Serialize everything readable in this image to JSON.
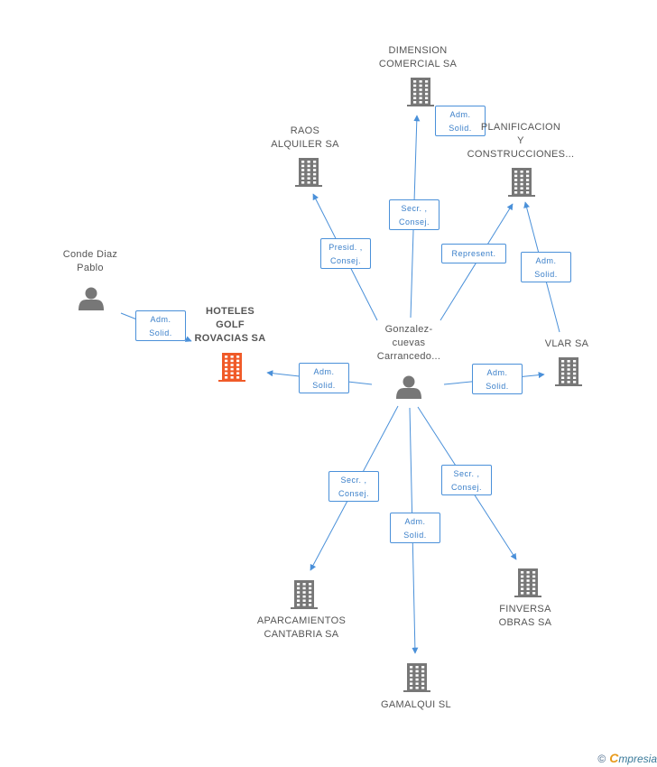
{
  "colors": {
    "edge": "#4a90d9",
    "node": "#777777",
    "main_node": "#f05a28",
    "label": "#555555"
  },
  "nodes": [
    {
      "id": "hoteles",
      "kind": "company",
      "main": true,
      "lines": [
        "HOTELES",
        "GOLF",
        "ROVACIAS SA"
      ]
    },
    {
      "id": "conde",
      "kind": "person",
      "lines": [
        "Conde Diaz",
        "Pablo"
      ]
    },
    {
      "id": "gonzalez",
      "kind": "person",
      "lines": [
        "Gonzalez-",
        "cuevas",
        "Carrancedo..."
      ]
    },
    {
      "id": "raos",
      "kind": "company",
      "lines": [
        "RAOS",
        "ALQUILER SA"
      ]
    },
    {
      "id": "dimension",
      "kind": "company",
      "lines": [
        "DIMENSION",
        "COMERCIAL SA"
      ]
    },
    {
      "id": "planificacion",
      "kind": "company",
      "lines": [
        "PLANIFICACION",
        "Y",
        "CONSTRUCCIONES..."
      ]
    },
    {
      "id": "vlar",
      "kind": "company",
      "lines": [
        "VLAR SA"
      ]
    },
    {
      "id": "aparcamientos",
      "kind": "company",
      "lines": [
        "APARCAMIENTOS",
        "CANTABRIA SA"
      ]
    },
    {
      "id": "gamalqui",
      "kind": "company",
      "lines": [
        "GAMALQUI SL"
      ]
    },
    {
      "id": "finversa",
      "kind": "company",
      "lines": [
        "FINVERSA",
        "OBRAS SA"
      ]
    }
  ],
  "edges": [
    {
      "from": "conde",
      "to": "hoteles",
      "lines": [
        "Adm.",
        "Solid."
      ]
    },
    {
      "from": "gonzalez",
      "to": "hoteles",
      "lines": [
        "Adm.",
        "Solid."
      ]
    },
    {
      "from": "gonzalez",
      "to": "raos",
      "lines": [
        "Presid. ,",
        "Consej."
      ]
    },
    {
      "from": "gonzalez",
      "to": "dimension",
      "lines": [
        "Secr. ,",
        "Consej."
      ]
    },
    {
      "from": "dimension",
      "to": "dimension",
      "lines": [
        "Adm.",
        "Solid."
      ]
    },
    {
      "from": "gonzalez",
      "to": "planificacion",
      "lines": [
        "Represent."
      ]
    },
    {
      "from": "vlar",
      "to": "planificacion",
      "lines": [
        "Adm.",
        "Solid."
      ]
    },
    {
      "from": "gonzalez",
      "to": "vlar",
      "lines": [
        "Adm.",
        "Solid."
      ]
    },
    {
      "from": "gonzalez",
      "to": "aparcamientos",
      "lines": [
        "Secr. ,",
        "Consej."
      ]
    },
    {
      "from": "gonzalez",
      "to": "gamalqui",
      "lines": [
        "Adm.",
        "Solid."
      ]
    },
    {
      "from": "gonzalez",
      "to": "finversa",
      "lines": [
        "Secr. ,",
        "Consej."
      ]
    }
  ],
  "footer": {
    "copyright": "©",
    "brand_first": "C",
    "brand_rest": "mpresia"
  }
}
